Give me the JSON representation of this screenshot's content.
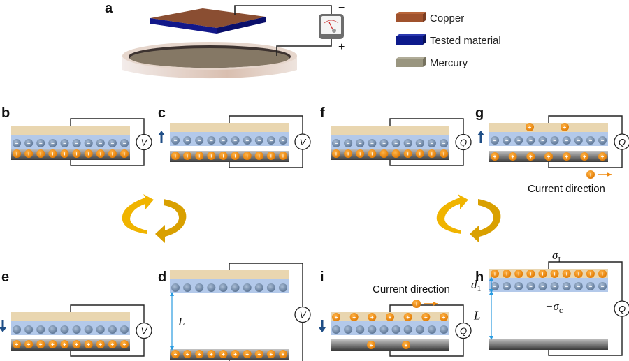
{
  "figure": {
    "panel_a": {
      "label": "a",
      "meter_minus": "−",
      "meter_plus": "+"
    },
    "legend": [
      {
        "name": "Copper",
        "color": "#a0522d"
      },
      {
        "name": "Tested material",
        "color": "#0d1a8c"
      },
      {
        "name": "Mercury",
        "color": "#9a9680"
      }
    ],
    "colors": {
      "copper": "#e9d6b0",
      "tested_material": "#b3c9ea",
      "mercury_top": "#b8b8b8",
      "mercury_bottom": "#3a3a3a",
      "positive_charge": "#ef8a10",
      "negative_charge": "#6e88a8",
      "arrow_blue": "#1f4e86",
      "cycle_arrow": "#f0b400",
      "dimension_line": "#2a9be0"
    },
    "panels": [
      {
        "id": "b",
        "label": "b",
        "meter": "V",
        "state": "contact",
        "motion": "none"
      },
      {
        "id": "c",
        "label": "c",
        "meter": "V",
        "state": "separating",
        "motion": "up"
      },
      {
        "id": "d",
        "label": "d",
        "meter": "V",
        "state": "separated",
        "motion": "none",
        "gap_label": "L"
      },
      {
        "id": "e",
        "label": "e",
        "meter": "V",
        "state": "approaching",
        "motion": "down"
      },
      {
        "id": "f",
        "label": "f",
        "meter": "Q",
        "state": "contact",
        "motion": "none"
      },
      {
        "id": "g",
        "label": "g",
        "meter": "Q",
        "state": "separating",
        "motion": "up",
        "annotation": "Current direction"
      },
      {
        "id": "h",
        "label": "h",
        "meter": "Q",
        "state": "separated",
        "motion": "none",
        "gap_label": "L",
        "thickness_label": "d",
        "thickness_sub": "1",
        "top_charge_label": "σ",
        "top_charge_sub": "I",
        "bottom_charge_label": "−σ",
        "bottom_charge_sub": "c"
      },
      {
        "id": "i",
        "label": "i",
        "meter": "Q",
        "state": "approaching",
        "motion": "down",
        "annotation": "Current direction"
      }
    ],
    "charges": {
      "positive_symbol": "+",
      "negative_symbol": "−"
    }
  }
}
